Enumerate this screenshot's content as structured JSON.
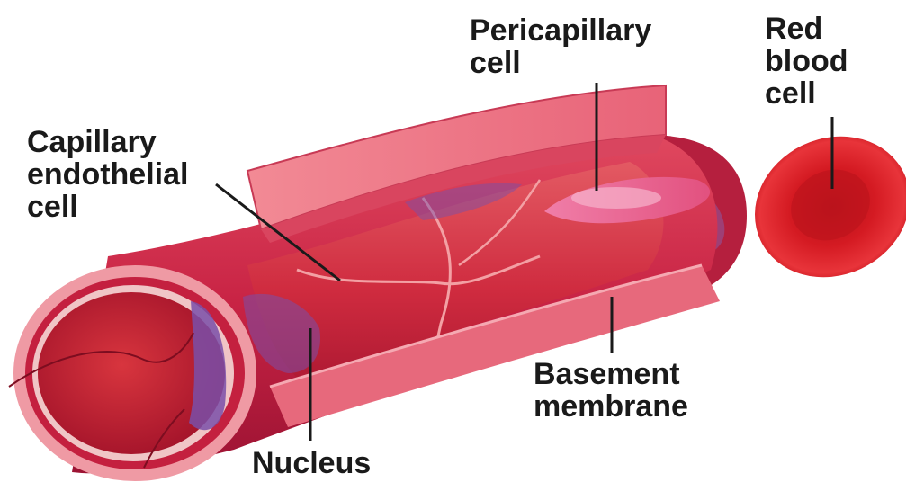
{
  "labels": {
    "pericapillary": [
      "Pericapillary",
      "cell"
    ],
    "red_blood": [
      "Red",
      "blood",
      "cell"
    ],
    "endothelial": [
      "Capillary",
      "endothelial",
      "cell"
    ],
    "basement": [
      "Basement",
      "membrane"
    ],
    "nucleus": [
      "Nucleus"
    ]
  },
  "colors": {
    "vessel_dark": "#a3163a",
    "vessel_mid": "#d03150",
    "vessel_light": "#f2949f",
    "nucleus": "#7a4fa8",
    "rbc": "#d41a22",
    "leader": "#1a1a1a"
  }
}
